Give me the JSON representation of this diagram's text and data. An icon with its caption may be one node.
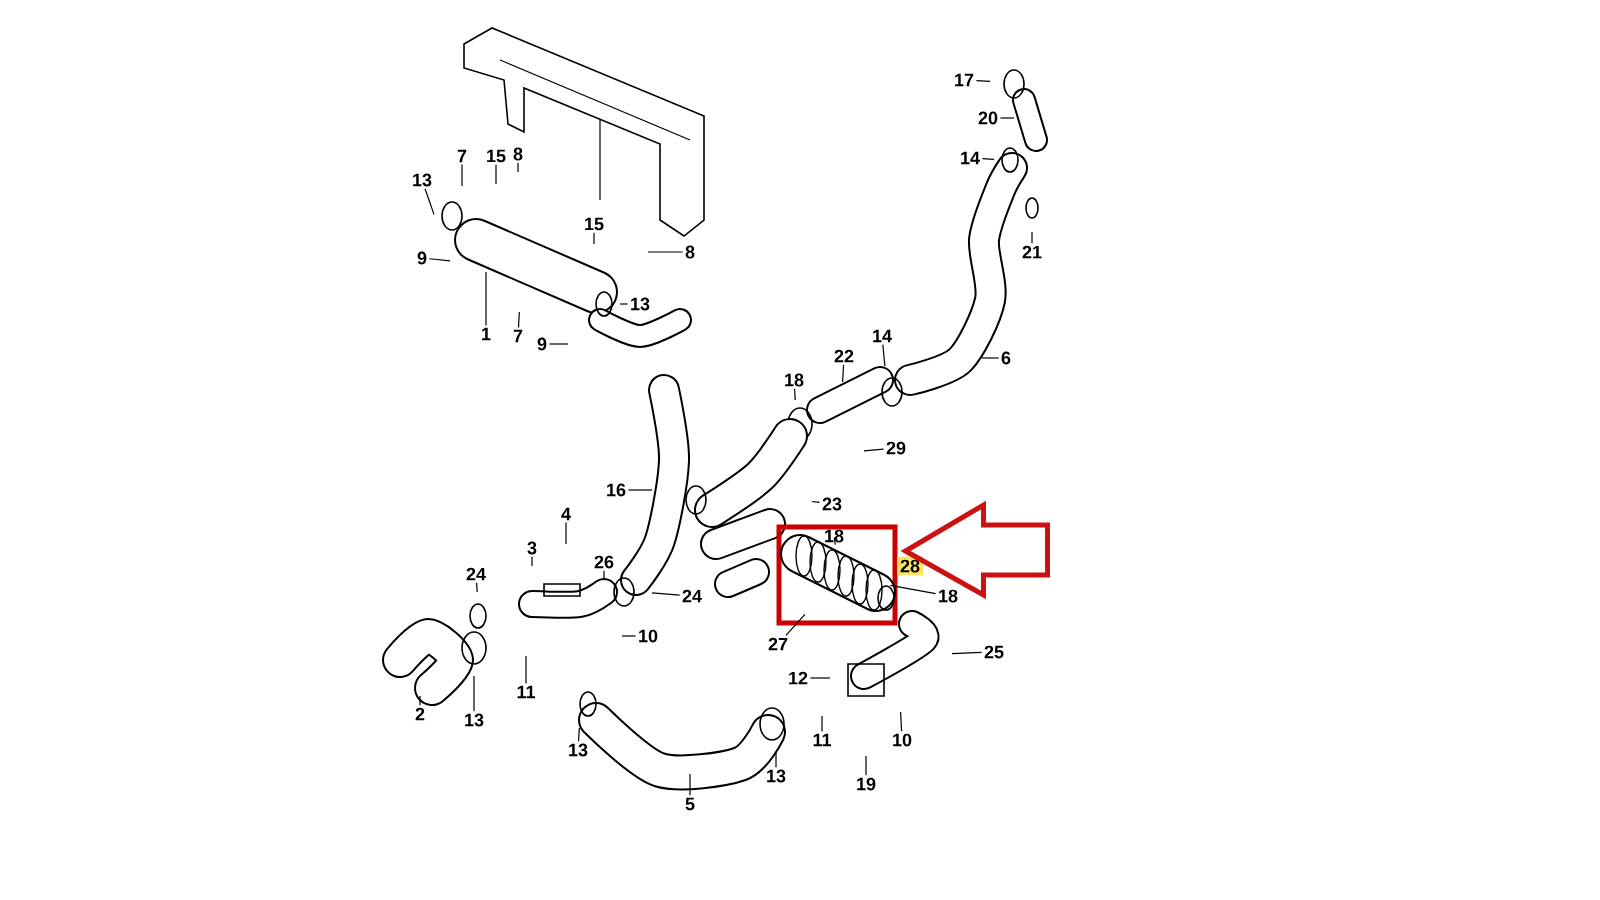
{
  "diagram": {
    "nodes": [
      {
        "text": [
          "7"
        ]
      },
      {
        "text": [
          "15"
        ]
      },
      {
        "text": [
          "8"
        ]
      },
      {
        "text": [
          "13"
        ]
      },
      {
        "text": [
          "9"
        ]
      },
      {
        "text": [
          "1"
        ]
      },
      {
        "text": [
          "7"
        ]
      },
      {
        "text": [
          "9"
        ]
      },
      {
        "text": [
          "15"
        ]
      },
      {
        "text": [
          "8"
        ]
      },
      {
        "text": [
          "13"
        ]
      },
      {
        "text": [
          "17"
        ]
      },
      {
        "text": [
          "20"
        ]
      },
      {
        "text": [
          "14"
        ]
      },
      {
        "text": [
          "21"
        ]
      },
      {
        "text": [
          "6"
        ]
      },
      {
        "text": [
          "18"
        ]
      },
      {
        "text": [
          "22"
        ]
      },
      {
        "text": [
          "14"
        ]
      },
      {
        "text": [
          "29"
        ]
      },
      {
        "text": [
          "16"
        ]
      },
      {
        "text": [
          "23"
        ]
      },
      {
        "text": [
          "4"
        ]
      },
      {
        "text": [
          "18"
        ],
        "in": 42
      },
      {
        "text": [
          "3"
        ]
      },
      {
        "text": [
          "26"
        ]
      },
      {
        "text": [
          "24"
        ]
      },
      {
        "text": [
          "24"
        ]
      },
      {
        "text": [
          "18"
        ]
      },
      {
        "text": [
          "25"
        ]
      },
      {
        "text": [
          "10"
        ]
      },
      {
        "text": [
          "27"
        ]
      },
      {
        "text": [
          "12"
        ]
      },
      {
        "text": [
          "2"
        ]
      },
      {
        "text": [
          "13"
        ]
      },
      {
        "text": [
          "11"
        ]
      },
      {
        "text": [
          "11"
        ]
      },
      {
        "text": [
          "10"
        ]
      },
      {
        "text": [
          "13"
        ]
      },
      {
        "text": [
          "13"
        ]
      },
      {
        "text": [
          "19"
        ]
      },
      {
        "text": [
          "5"
        ]
      },
      {
        "text": [],
        "shape": "box"
      },
      {
        "text": [],
        "shape": "picture",
        "in": 42
      }
    ],
    "edges": [
      {
        "from": 0,
        "to": null,
        "arrow": "none"
      },
      {
        "from": 1,
        "to": null,
        "arrow": "none"
      },
      {
        "from": 2,
        "to": null,
        "arrow": "none"
      },
      {
        "from": 3,
        "to": null,
        "arrow": "none"
      },
      {
        "from": 4,
        "to": null,
        "arrow": "none"
      },
      {
        "from": 5,
        "to": null,
        "arrow": "none"
      },
      {
        "from": 6,
        "to": null,
        "arrow": "none"
      },
      {
        "from": 7,
        "to": null,
        "arrow": "none"
      },
      {
        "from": 8,
        "to": null,
        "arrow": "none"
      },
      {
        "from": 9,
        "to": null,
        "arrow": "none"
      },
      {
        "from": 10,
        "to": null,
        "arrow": "none"
      },
      {
        "from": 11,
        "to": null,
        "arrow": "none"
      },
      {
        "from": 12,
        "to": null,
        "arrow": "none"
      },
      {
        "from": 13,
        "to": null,
        "arrow": "none"
      },
      {
        "from": 14,
        "to": null,
        "arrow": "none"
      },
      {
        "from": 15,
        "to": null,
        "arrow": "none"
      },
      {
        "from": 16,
        "to": null,
        "arrow": "none"
      },
      {
        "from": 17,
        "to": null,
        "arrow": "none"
      },
      {
        "from": 18,
        "to": null,
        "arrow": "none"
      },
      {
        "from": 19,
        "to": null,
        "arrow": "none"
      },
      {
        "from": 20,
        "to": null,
        "arrow": "none"
      },
      {
        "from": 21,
        "to": null,
        "arrow": "none"
      },
      {
        "from": 22,
        "to": null,
        "arrow": "none"
      },
      {
        "from": 23,
        "to": 43,
        "arrow": "none"
      },
      {
        "from": 24,
        "to": null,
        "arrow": "none"
      },
      {
        "from": 25,
        "to": null,
        "arrow": "none"
      },
      {
        "from": 26,
        "to": null,
        "arrow": "none"
      },
      {
        "from": 27,
        "to": null,
        "arrow": "none"
      },
      {
        "from": 28,
        "to": 43,
        "arrow": "none"
      },
      {
        "from": 29,
        "to": null,
        "arrow": "none"
      },
      {
        "from": 30,
        "to": null,
        "arrow": "none"
      },
      {
        "from": 31,
        "to": 43,
        "arrow": "none"
      },
      {
        "from": 32,
        "to": null,
        "arrow": "none"
      },
      {
        "from": 33,
        "to": null,
        "arrow": "none"
      },
      {
        "from": 34,
        "to": null,
        "arrow": "none"
      },
      {
        "from": 35,
        "to": null,
        "arrow": "none"
      },
      {
        "from": 36,
        "to": null,
        "arrow": "none"
      },
      {
        "from": 37,
        "to": null,
        "arrow": "none"
      },
      {
        "from": 38,
        "to": null,
        "arrow": "none"
      },
      {
        "from": 39,
        "to": null,
        "arrow": "none"
      },
      {
        "from": 40,
        "to": null,
        "arrow": "none"
      },
      {
        "from": 41,
        "to": null,
        "arrow": "none"
      },
      {
        "from": null,
        "to": 42,
        "arrow": "to",
        "style": "thick",
        "color": "#cc1111"
      }
    ],
    "labels": [
      "28"
    ]
  }
}
